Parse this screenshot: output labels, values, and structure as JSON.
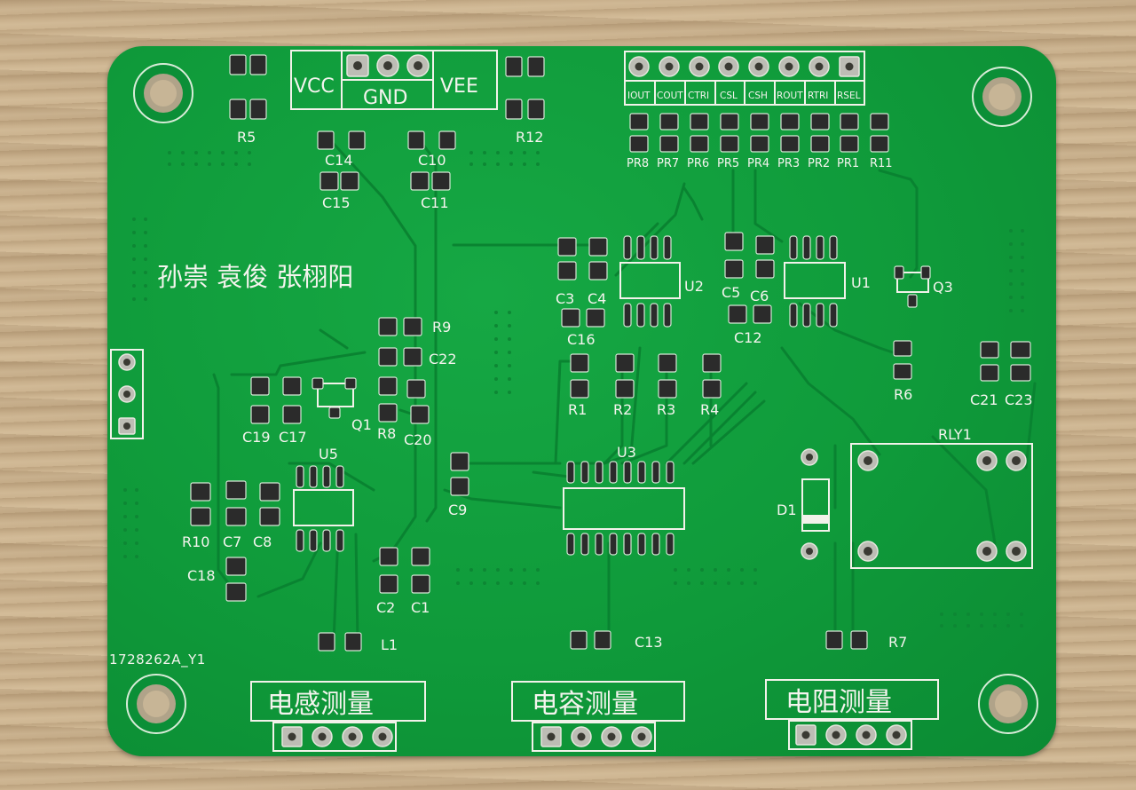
{
  "board": {
    "author_names": "孙崇 袁俊 张栩阳",
    "board_id": "1728262A_Y1",
    "power_labels": [
      "VCC",
      "GND",
      "VEE"
    ],
    "signal_labels": [
      "IOUT",
      "COUT",
      "CTRI",
      "CSL",
      "CSH",
      "ROUT",
      "RTRI",
      "RSEL"
    ],
    "output_labels": {
      "inductance": "电感测量",
      "capacitance": "电容测量",
      "resistance": "电阻测量"
    },
    "components": {
      "R5": "R5",
      "R12": "R12",
      "C14": "C14",
      "C15": "C15",
      "C10": "C10",
      "C11": "C11",
      "PR8": "PR8",
      "PR7": "PR7",
      "PR6": "PR6",
      "PR5": "PR5",
      "PR4": "PR4",
      "PR3": "PR3",
      "PR2": "PR2",
      "PR1": "PR1",
      "R11": "R11",
      "C3": "C3",
      "C4": "C4",
      "U2": "U2",
      "C16": "C16",
      "C5": "C5",
      "C6": "C6",
      "U1": "U1",
      "C12": "C12",
      "Q3": "Q3",
      "R9": "R9",
      "C22": "C22",
      "C19": "C19",
      "C17": "C17",
      "Q1": "Q1",
      "R8": "R8",
      "C20": "C20",
      "R1": "R1",
      "R2": "R2",
      "R3": "R3",
      "R4": "R4",
      "R6": "R6",
      "C21": "C21",
      "C23": "C23",
      "U5": "U5",
      "R10": "R10",
      "C7": "C7",
      "C8": "C8",
      "C18": "C18",
      "C9": "C9",
      "U3": "U3",
      "D1": "D1",
      "RLY1": "RLY1",
      "C2": "C2",
      "C1": "C1",
      "L1": "L1",
      "C13": "C13",
      "R7": "R7"
    }
  },
  "colors": {
    "solder_mask": "#0f9a3a",
    "silkscreen": "#f2f2ea",
    "pad": "#2b2b2b",
    "through_hole": "#bdbdb5",
    "wood": "#c9b08c"
  }
}
